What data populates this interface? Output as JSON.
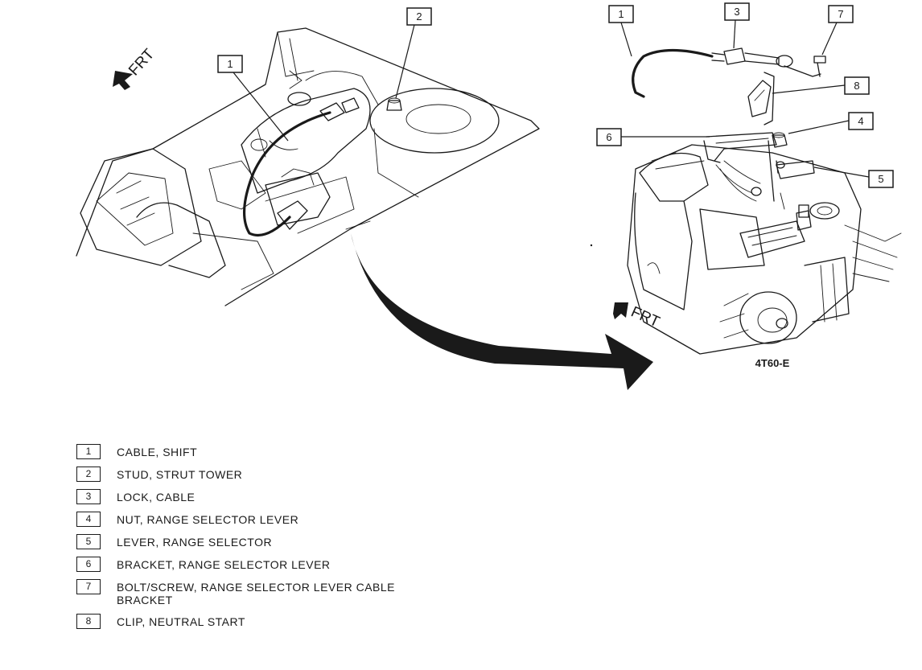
{
  "diagram": {
    "model_code": "4T60-E",
    "frt_label": "FRT",
    "callouts": {
      "left_1": "1",
      "left_2": "2",
      "right_1": "1",
      "right_3": "3",
      "right_7": "7",
      "right_8": "8",
      "right_6": "6",
      "right_4": "4",
      "right_5": "5"
    }
  },
  "legend": [
    {
      "num": "1",
      "text": "CABLE, SHIFT"
    },
    {
      "num": "2",
      "text": "STUD, STRUT TOWER"
    },
    {
      "num": "3",
      "text": "LOCK, CABLE"
    },
    {
      "num": "4",
      "text": "NUT, RANGE SELECTOR LEVER"
    },
    {
      "num": "5",
      "text": "LEVER, RANGE SELECTOR"
    },
    {
      "num": "6",
      "text": "BRACKET, RANGE SELECTOR LEVER"
    },
    {
      "num": "7",
      "text": "BOLT/SCREW, RANGE SELECTOR LEVER CABLE BRACKET"
    },
    {
      "num": "8",
      "text": "CLIP, NEUTRAL START"
    }
  ]
}
